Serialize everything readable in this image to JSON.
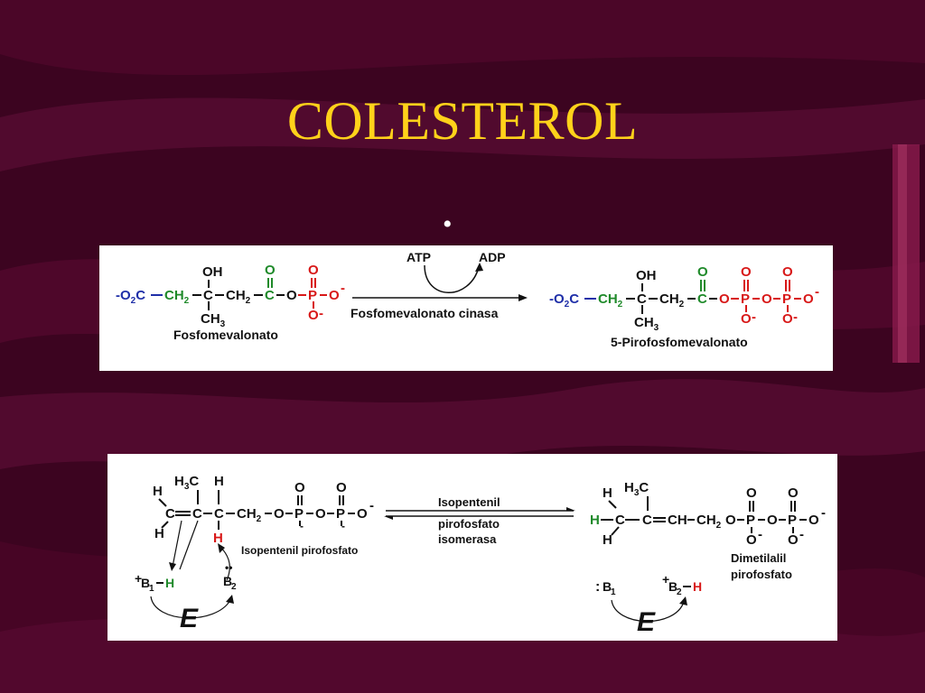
{
  "slide": {
    "title": "COLESTEROL",
    "bullet": "•"
  },
  "colors": {
    "title": "#ffd21a",
    "background": "#3a0520",
    "blue_group": "#1f2fa8",
    "green_group": "#1f8a2a",
    "red_group": "#d81818",
    "black": "#111111"
  },
  "reaction1": {
    "reactant_name": "Fosfomevalonato",
    "product_name": "5-Pirofosfomevalonato",
    "enzyme": "Fosfomevalonato cinasa",
    "cofactor_in": "ATP",
    "cofactor_out": "ADP"
  },
  "reaction2": {
    "reactant_name": "Isopentenil pirofosfato",
    "product_name_line1": "Dimetilalil",
    "product_name_line2": "pirofosfato",
    "enzyme_line1": "Isopentenil",
    "enzyme_line2": "pirofosfato",
    "enzyme_line3": "isomerasa",
    "enzyme_symbol": "E",
    "base1": "B",
    "base2": "B"
  }
}
